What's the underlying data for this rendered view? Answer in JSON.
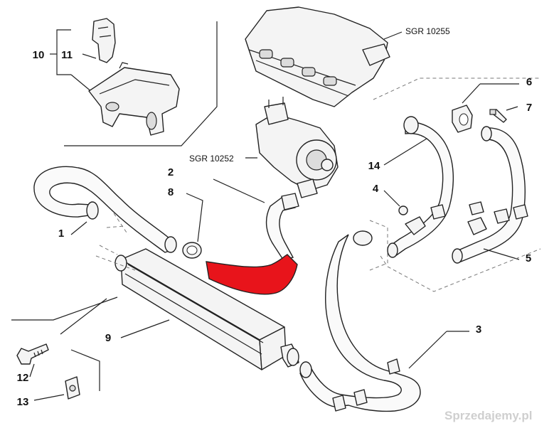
{
  "labels": {
    "p1": "1",
    "p2": "2",
    "p3": "3",
    "p4": "4",
    "p5": "5",
    "p6": "6",
    "p7": "7",
    "p8": "8",
    "p9": "9",
    "p10": "10",
    "p11": "11",
    "p12": "12",
    "p13": "13",
    "p14": "14"
  },
  "references": {
    "manifold": "SGR 10255",
    "turbo": "SGR 10252"
  },
  "watermark": "Sprzedajemy.pl",
  "colors": {
    "highlight": "#e8141b",
    "ink": "#222222"
  }
}
